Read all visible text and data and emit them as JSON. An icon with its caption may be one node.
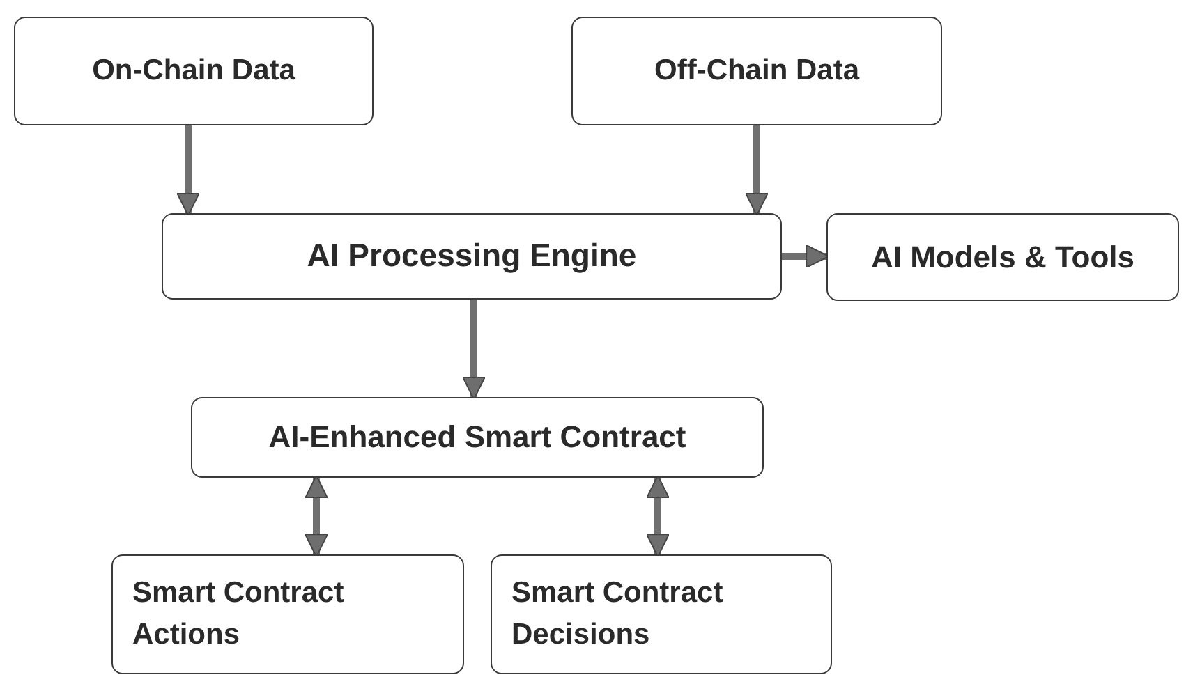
{
  "diagram": {
    "nodes": [
      {
        "text": [
          "On-Chain Data"
        ]
      },
      {
        "text": [
          "Off-Chain Data"
        ]
      },
      {
        "text": [
          "AI Processing Engine"
        ]
      },
      {
        "text": [
          "AI Models & Tools"
        ]
      },
      {
        "text": [
          "AI-Enhanced Smart Contract"
        ]
      },
      {
        "text": [
          "Smart Contract Actions"
        ]
      },
      {
        "text": [
          "Smart Contract Decisions"
        ]
      }
    ],
    "edges": [
      {
        "from": 0,
        "to": 2,
        "arrow": "to"
      },
      {
        "from": 1,
        "to": 2,
        "arrow": "to"
      },
      {
        "from": 2,
        "to": 3,
        "arrow": "to"
      },
      {
        "from": 2,
        "to": 4,
        "arrow": "to"
      },
      {
        "from": 4,
        "to": 5,
        "arrow": "both"
      },
      {
        "from": 4,
        "to": 6,
        "arrow": "both"
      }
    ]
  }
}
